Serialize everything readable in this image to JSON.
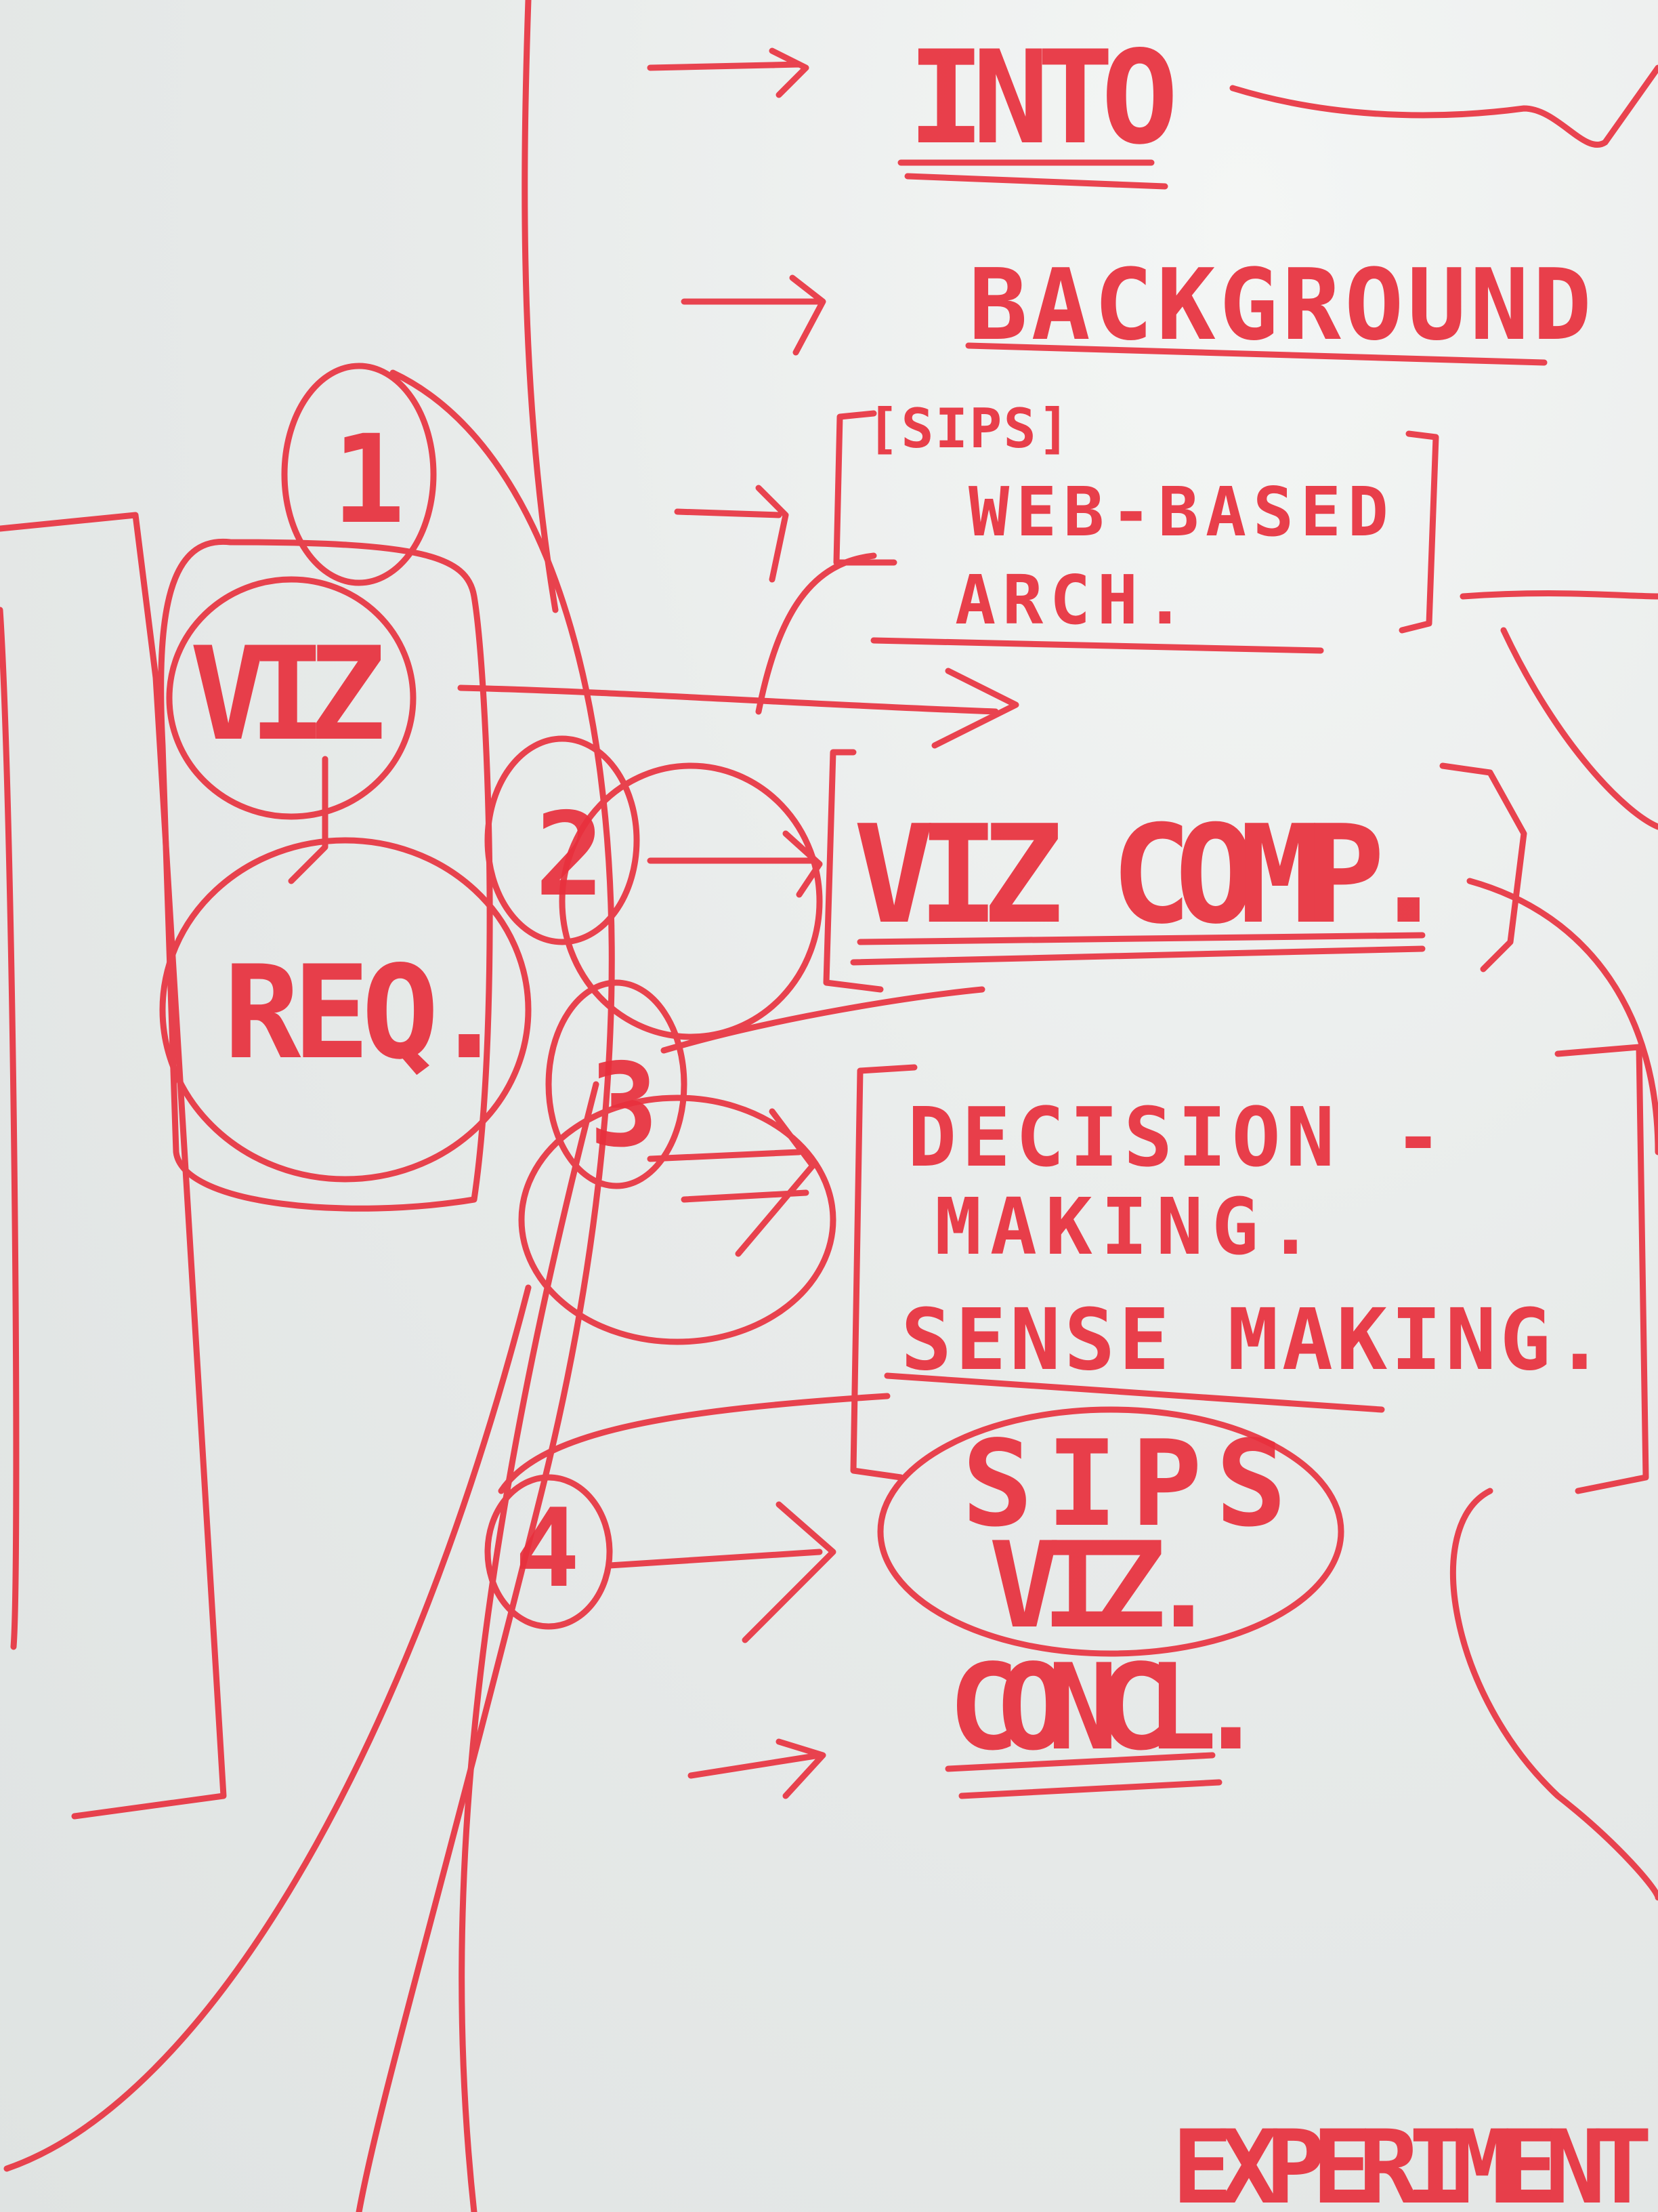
{
  "ink_color": "#e8303d",
  "board_color": "#e9ecea",
  "labels": {
    "intro": "INTO",
    "background": "BACKGROUND",
    "sips_bracket": "[SIPS]",
    "web_based": "WEB-BASED",
    "arch": "ARCH.",
    "step_1": "1",
    "viz": "VIZ",
    "req": "REQ.",
    "step_2": "2",
    "viz_comp": "VIZ COMP.",
    "step_3": "3",
    "decision": "DECISION -",
    "making": "MAKING.",
    "sense_making": "SENSE MAKING.",
    "step_4": "4",
    "sips_viz_1": "SIPS",
    "sips_viz_2": "VIZ.",
    "concl": "CONCL.",
    "experiment": "EXPERIMENT"
  }
}
